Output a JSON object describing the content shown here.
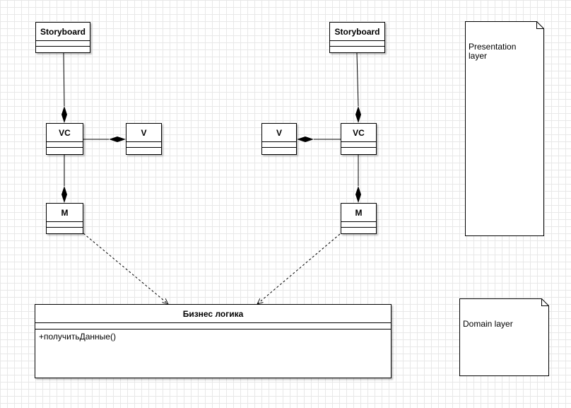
{
  "classes": {
    "storyboard_left": "Storyboard",
    "vc_left": "VC",
    "v_left": "V",
    "m_left": "M",
    "storyboard_right": "Storyboard",
    "v_right": "V",
    "vc_right": "VC",
    "m_right": "M",
    "business_logic": "Бизнес логика",
    "business_logic_method": "+получитьДанные()"
  },
  "notes": {
    "presentation": "Presentation\nlayer",
    "domain": "Domain layer"
  }
}
